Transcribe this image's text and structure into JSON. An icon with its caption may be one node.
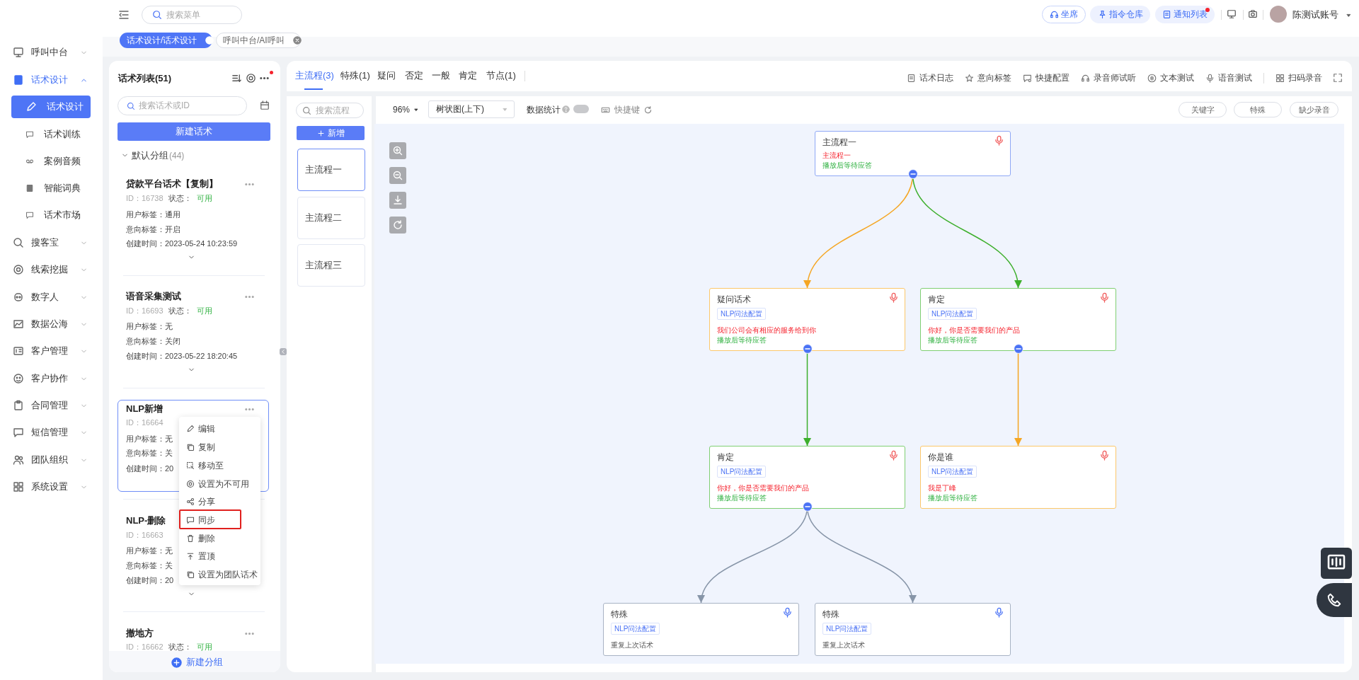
{
  "diagram": {
    "nodes": [
      {
        "text": [
          "主流程一",
          "主流程一",
          "播放后等待应答"
        ]
      },
      {
        "text": [
          "疑问话术",
          "NLP问法配置",
          "我们公司会有相应的服务给到你",
          "播放后等待应答"
        ]
      },
      {
        "text": [
          "肯定",
          "NLP问法配置",
          "你好，你是否需要我们的产品",
          "播放后等待应答"
        ]
      },
      {
        "text": [
          "肯定",
          "NLP问法配置",
          "你好，你是否需要我们的产品",
          "播放后等待应答"
        ]
      },
      {
        "text": [
          "你是谁",
          "NLP问法配置",
          "我是丁峰",
          "播放后等待应答"
        ]
      },
      {
        "text": [
          "特殊",
          "NLP问法配置",
          "重复上次话术"
        ]
      },
      {
        "text": [
          "特殊",
          "NLP问法配置",
          "重复上次话术"
        ]
      }
    ],
    "edges": [
      {
        "from": 0,
        "to": 1,
        "arrow": "to",
        "color": "#f5a623"
      },
      {
        "from": 0,
        "to": 2,
        "arrow": "to",
        "color": "#3daf2c"
      },
      {
        "from": 1,
        "to": 3,
        "arrow": "to",
        "color": "#3daf2c"
      },
      {
        "from": 2,
        "to": 4,
        "arrow": "to",
        "color": "#f5a623"
      },
      {
        "from": 3,
        "to": 5,
        "arrow": "to",
        "color": "#8795a8"
      },
      {
        "from": 3,
        "to": 6,
        "arrow": "to",
        "color": "#8795a8"
      }
    ],
    "labels": [
      "搜索菜单",
      "坐席",
      "指令仓库",
      "通知列表",
      "陈测试账号",
      "话术设计/话术设计",
      "呼叫中台/AI呼叫",
      "呼叫中台",
      "话术设计",
      "话术设计",
      "话术训练",
      "案例音频",
      "智能词典",
      "话术市场",
      "搜客宝",
      "线索挖掘",
      "数字人",
      "数据公海",
      "客户管理",
      "客户协作",
      "合同管理",
      "短信管理",
      "团队组织",
      "系统设置",
      "话术列表(51)",
      "搜索话术或ID",
      "新建话术",
      "默认分组",
      "(44)",
      "贷款平台话术【复制】",
      "ID：16738",
      "状态：",
      "可用",
      "用户标签：通用",
      "意向标签：开启",
      "创建时间：2023-05-24 10:23:59",
      "语音采集测试",
      "ID：16693",
      "状态：",
      "可用",
      "用户标签：无",
      "意向标签：关闭",
      "创建时间：2023-05-22 18:20:45",
      "NLP新增",
      "ID：16664",
      "用户标签：无",
      "意向标签：关",
      "创建时间：20",
      "编辑",
      "复制",
      "移动至",
      "设置为不可用",
      "分享",
      "同步",
      "删除",
      "置顶",
      "设置为团队话术",
      "NLP-删除",
      "ID：16663",
      "用户标签：无",
      "意向标签：关",
      "创建时间：20",
      "撤地方",
      "ID：16662",
      "状态：",
      "可用",
      "新建分组",
      "主流程(3)",
      "特殊(1)",
      "疑问",
      "否定",
      "一般",
      "肯定",
      "节点(1)",
      "话术日志",
      "意向标签",
      "快捷配置",
      "录音师试听",
      "文本测试",
      "语音测试",
      "扫码录音",
      "搜索流程",
      "新增",
      "主流程一",
      "主流程二",
      "主流程三",
      "96%",
      "树状图(上下)",
      "数据统计",
      "快捷键",
      "关键字",
      "特殊",
      "缺少录音"
    ]
  }
}
